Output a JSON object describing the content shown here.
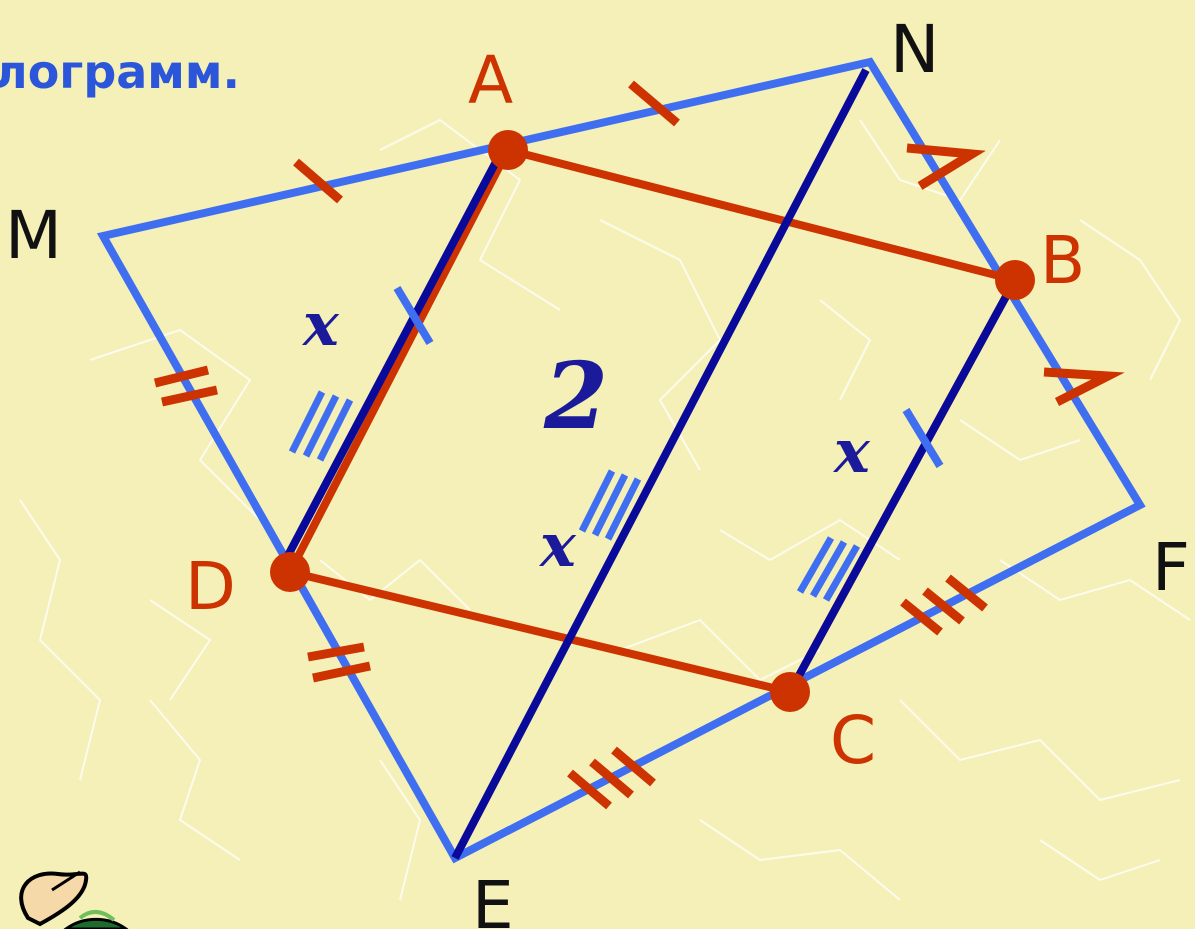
{
  "title_fragment": "лограмм.",
  "points": {
    "M": "M",
    "N": "N",
    "F": "F",
    "E": "E",
    "A": "A",
    "B": "B",
    "C": "C",
    "D": "D"
  },
  "variables": {
    "x_left": "x",
    "x_middle": "x",
    "x_right": "x",
    "two": "2"
  },
  "colors": {
    "background": "#f4f0b8",
    "outer_parallelogram": "#3f6ff0",
    "inner_quadrilateral": "#cc3300",
    "midlines": "#0a0a9a",
    "tick_marks_red": "#cc3300",
    "tick_marks_blue": "#3f6ff0"
  },
  "icons": [
    "pencil-icon",
    "globe-icon"
  ]
}
